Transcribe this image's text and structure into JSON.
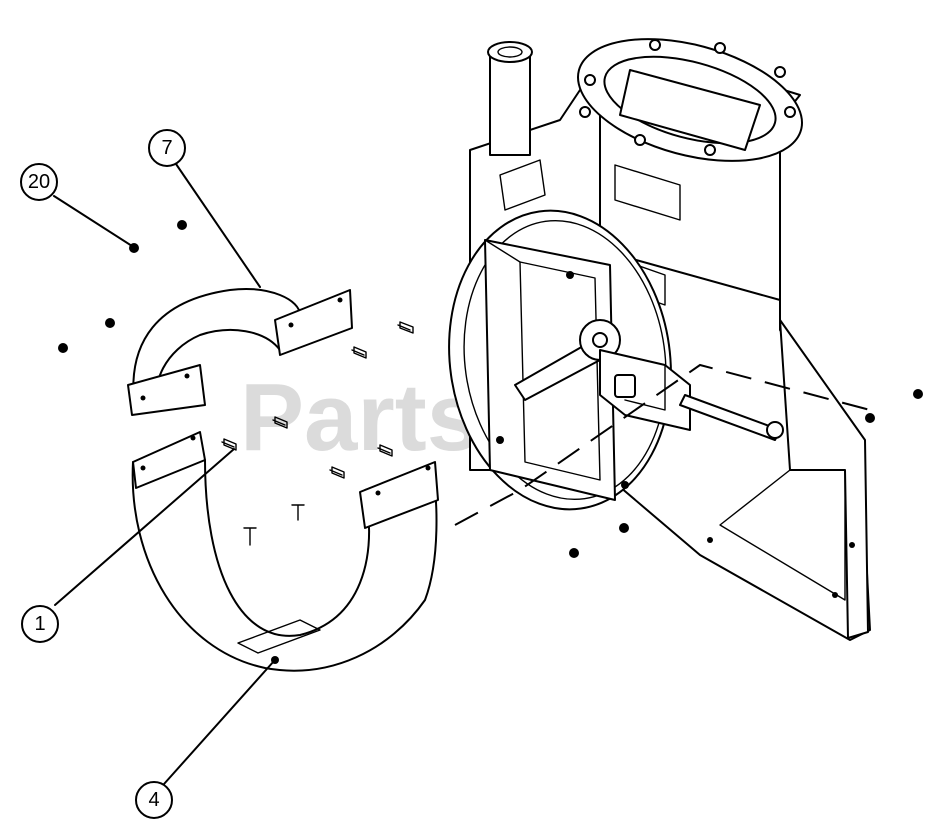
{
  "watermark": "PartsTree",
  "callouts": [
    {
      "label": "20"
    },
    {
      "label": "7"
    },
    {
      "label": "1"
    },
    {
      "label": "4"
    }
  ]
}
